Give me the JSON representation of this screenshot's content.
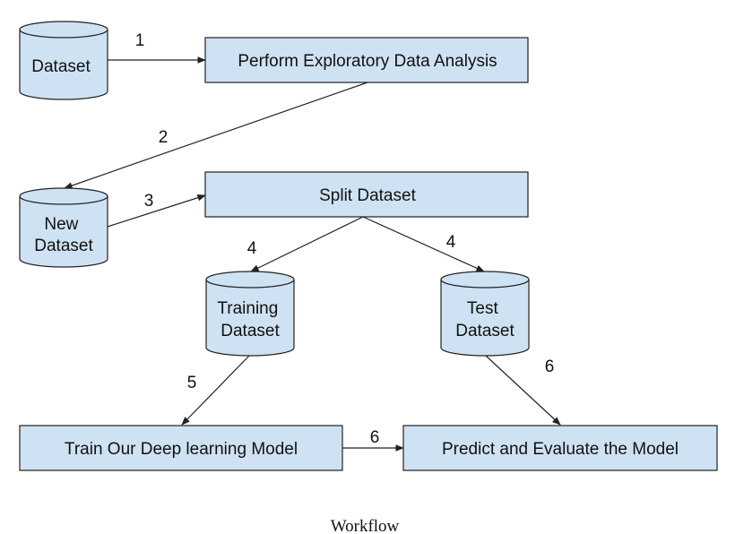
{
  "colors": {
    "fill": "#cfe2f3",
    "stroke": "#222222"
  },
  "nodes": {
    "dataset": "Dataset",
    "eda": "Perform Exploratory Data Analysis",
    "new_dataset": [
      "New",
      "Dataset"
    ],
    "split": "Split Dataset",
    "training": [
      "Training",
      "Dataset"
    ],
    "test": [
      "Test",
      "Dataset"
    ],
    "train_model": "Train Our Deep learning Model",
    "predict": "Predict and Evaluate the Model"
  },
  "edges": {
    "e1": "1",
    "e2": "2",
    "e3": "3",
    "e4a": "4",
    "e4b": "4",
    "e5": "5",
    "e6a": "6",
    "e6b": "6"
  },
  "caption": "Workflow"
}
